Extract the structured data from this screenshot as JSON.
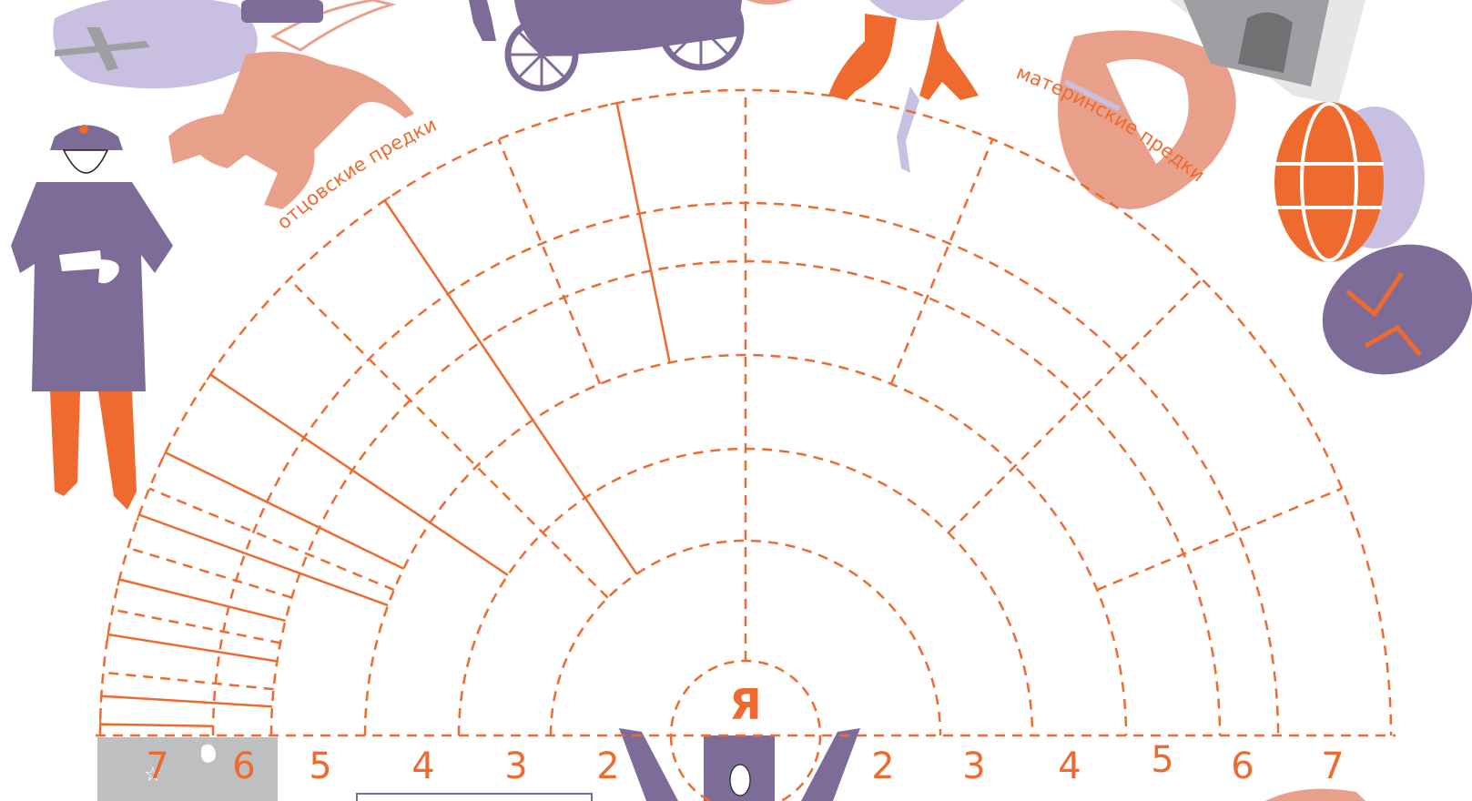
{
  "colors": {
    "orange": "#ee6a2f",
    "purple": "#7d6c98",
    "lavender": "#c9bfe0",
    "salmon": "#e9a08a",
    "gray": "#bdbfc1",
    "dark_gray": "#6f7173"
  },
  "arc_labels": {
    "paternal": "отцовские предки",
    "maternal": "материнские предки"
  },
  "center_label": "Я",
  "generation_labels_left": [
    "7",
    "6",
    "5",
    "4",
    "3",
    "2"
  ],
  "generation_labels_right": [
    "2",
    "3",
    "4",
    "5",
    "6",
    "7"
  ],
  "illustrations": [
    "airplane-icon",
    "horse-icon",
    "carriage-icon",
    "soldier-figure-icon",
    "bird-feet-icon",
    "pendant-icon",
    "photo-icon",
    "easter-egg-icon",
    "person-me-icon"
  ]
}
